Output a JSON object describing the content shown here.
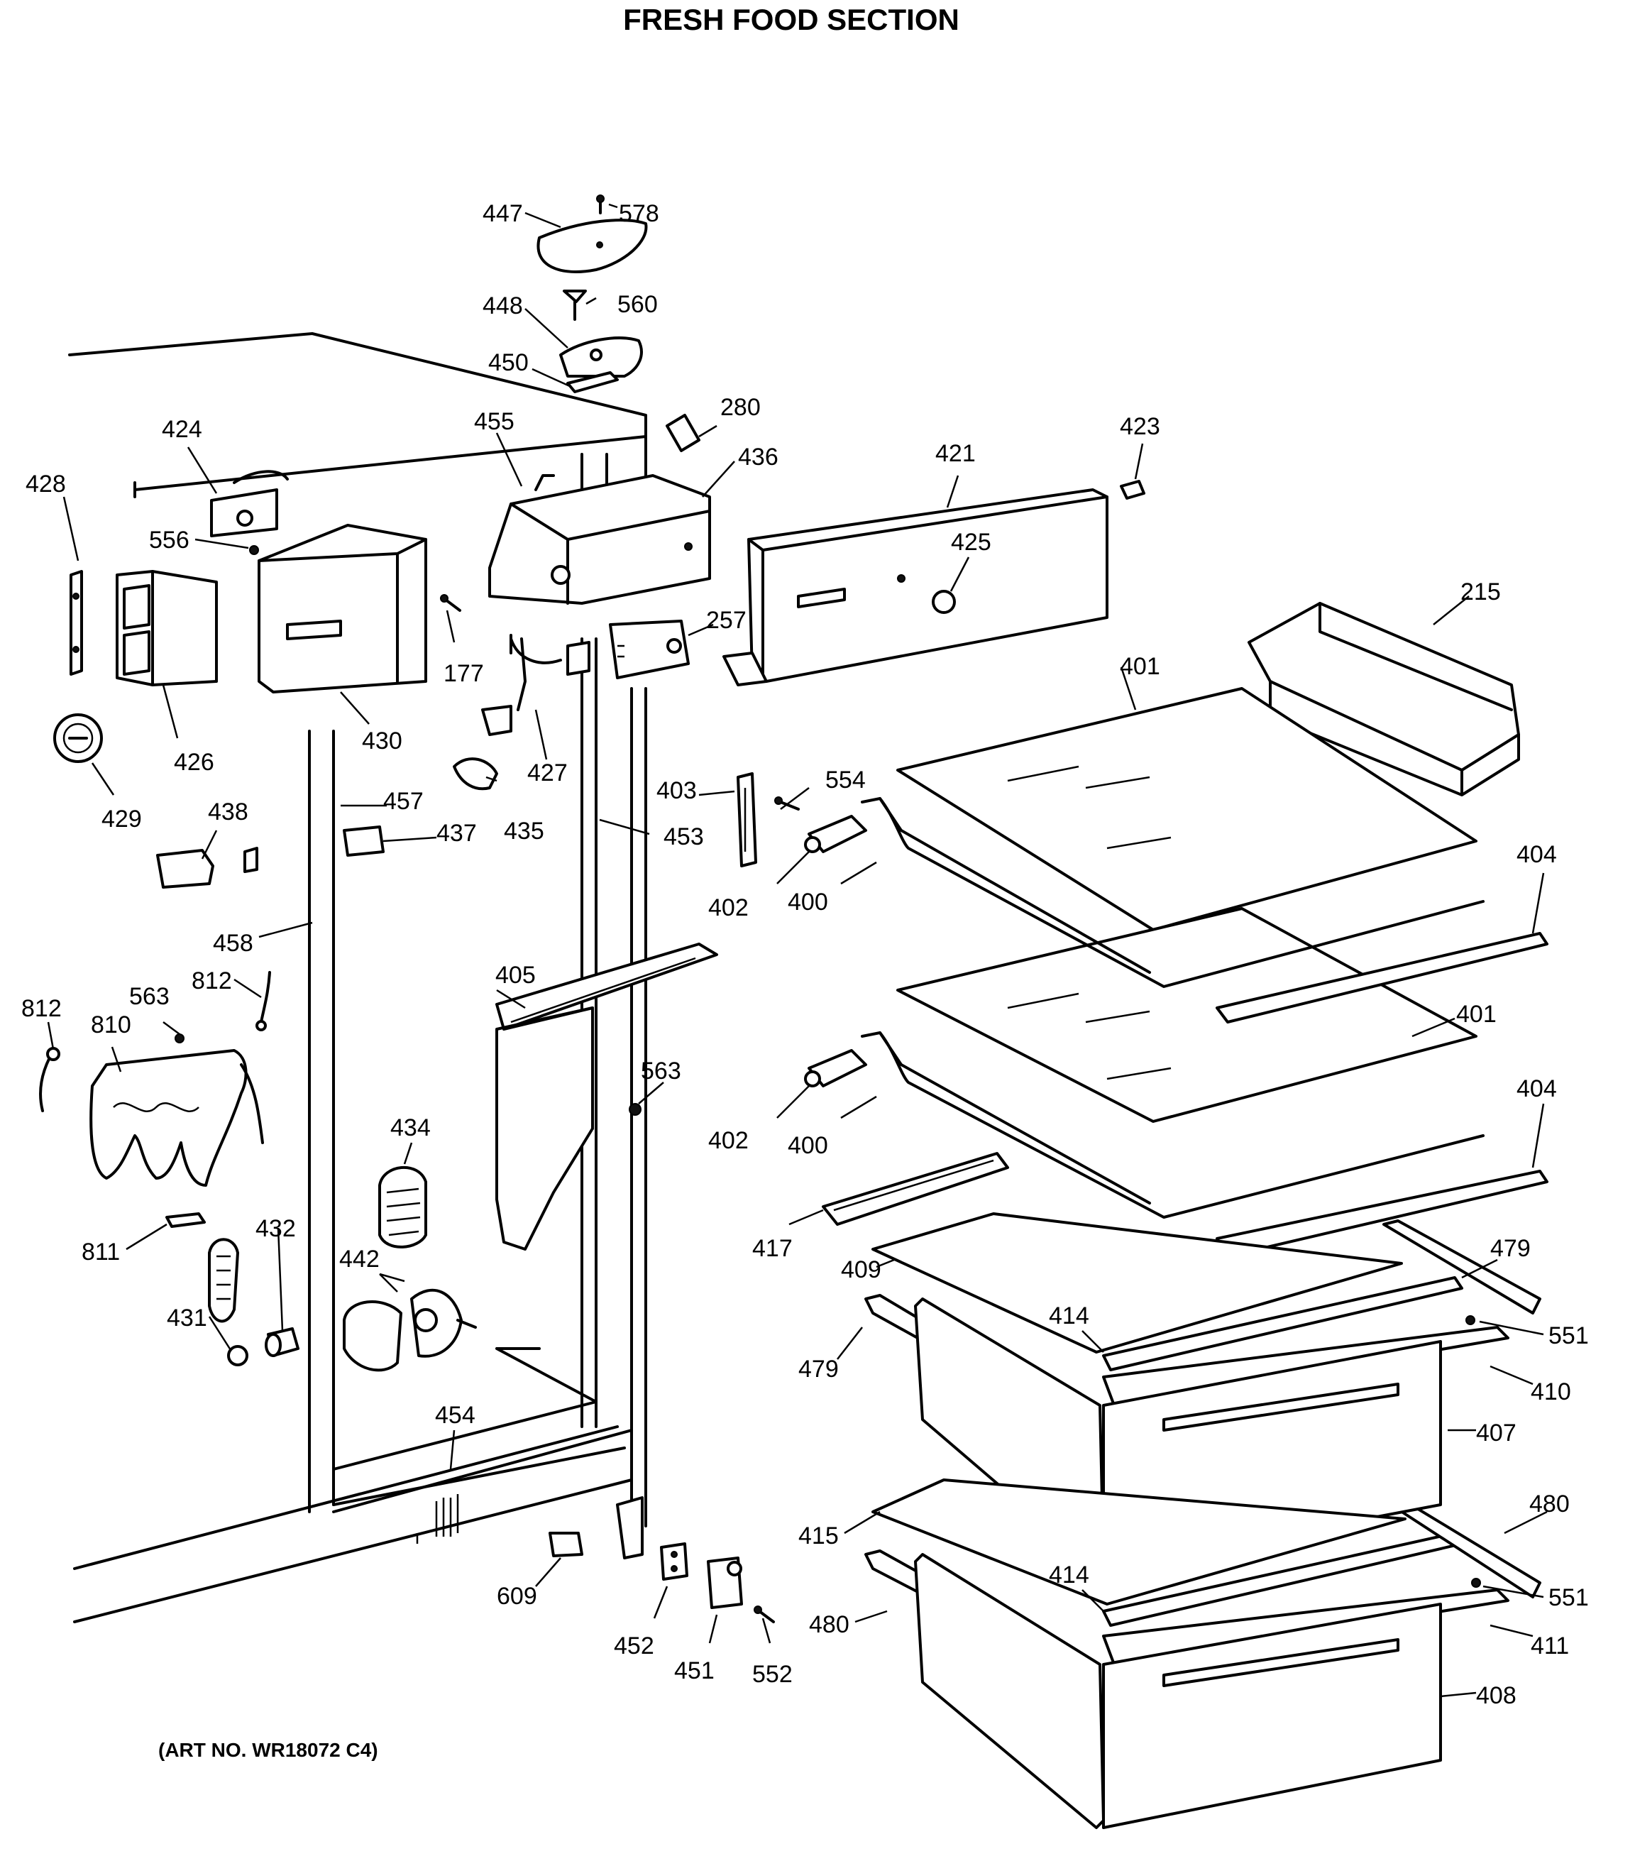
{
  "title": "FRESH FOOD SECTION",
  "art_number": "(ART NO. WR18072 C4)",
  "parts": [
    {
      "id": "447"
    },
    {
      "id": "578"
    },
    {
      "id": "448"
    },
    {
      "id": "560"
    },
    {
      "id": "450"
    },
    {
      "id": "280"
    },
    {
      "id": "455"
    },
    {
      "id": "436"
    },
    {
      "id": "421"
    },
    {
      "id": "423"
    },
    {
      "id": "424"
    },
    {
      "id": "428"
    },
    {
      "id": "556"
    },
    {
      "id": "425"
    },
    {
      "id": "215"
    },
    {
      "id": "257"
    },
    {
      "id": "177"
    },
    {
      "id": "426"
    },
    {
      "id": "430"
    },
    {
      "id": "427"
    },
    {
      "id": "401"
    },
    {
      "id": "429"
    },
    {
      "id": "457"
    },
    {
      "id": "403"
    },
    {
      "id": "554"
    },
    {
      "id": "438"
    },
    {
      "id": "437"
    },
    {
      "id": "435"
    },
    {
      "id": "453"
    },
    {
      "id": "404"
    },
    {
      "id": "402"
    },
    {
      "id": "400"
    },
    {
      "id": "458"
    },
    {
      "id": "405"
    },
    {
      "id": "812"
    },
    {
      "id": "563"
    },
    {
      "id": "810"
    },
    {
      "id": "434"
    },
    {
      "id": "417"
    },
    {
      "id": "479"
    },
    {
      "id": "409"
    },
    {
      "id": "432"
    },
    {
      "id": "811"
    },
    {
      "id": "442"
    },
    {
      "id": "414"
    },
    {
      "id": "551"
    },
    {
      "id": "431"
    },
    {
      "id": "410"
    },
    {
      "id": "454"
    },
    {
      "id": "407"
    },
    {
      "id": "480"
    },
    {
      "id": "415"
    },
    {
      "id": "609"
    },
    {
      "id": "411"
    },
    {
      "id": "452"
    },
    {
      "id": "451"
    },
    {
      "id": "552"
    },
    {
      "id": "408"
    }
  ],
  "callouts": [
    {
      "id": "447",
      "text": "447"
    },
    {
      "id": "578",
      "text": "578"
    },
    {
      "id": "448",
      "text": "448"
    },
    {
      "id": "560",
      "text": "560"
    },
    {
      "id": "450",
      "text": "450"
    },
    {
      "id": "280",
      "text": "280"
    },
    {
      "id": "455",
      "text": "455"
    },
    {
      "id": "436",
      "text": "436"
    },
    {
      "id": "421",
      "text": "421"
    },
    {
      "id": "423",
      "text": "423"
    },
    {
      "id": "424",
      "text": "424"
    },
    {
      "id": "428",
      "text": "428"
    },
    {
      "id": "556",
      "text": "556"
    },
    {
      "id": "425",
      "text": "425"
    },
    {
      "id": "215",
      "text": "215"
    },
    {
      "id": "257",
      "text": "257"
    },
    {
      "id": "177",
      "text": "177"
    },
    {
      "id": "426",
      "text": "426"
    },
    {
      "id": "430",
      "text": "430"
    },
    {
      "id": "427",
      "text": "427"
    },
    {
      "id": "401a",
      "text": "401"
    },
    {
      "id": "429",
      "text": "429"
    },
    {
      "id": "457",
      "text": "457"
    },
    {
      "id": "403",
      "text": "403"
    },
    {
      "id": "554",
      "text": "554"
    },
    {
      "id": "438",
      "text": "438"
    },
    {
      "id": "437",
      "text": "437"
    },
    {
      "id": "435",
      "text": "435"
    },
    {
      "id": "453",
      "text": "453"
    },
    {
      "id": "404a",
      "text": "404"
    },
    {
      "id": "402a",
      "text": "402"
    },
    {
      "id": "400a",
      "text": "400"
    },
    {
      "id": "458",
      "text": "458"
    },
    {
      "id": "405",
      "text": "405"
    },
    {
      "id": "812a",
      "text": "812"
    },
    {
      "id": "812b",
      "text": "812"
    },
    {
      "id": "563a",
      "text": "563"
    },
    {
      "id": "810",
      "text": "810"
    },
    {
      "id": "401b",
      "text": "401"
    },
    {
      "id": "563b",
      "text": "563"
    },
    {
      "id": "404b",
      "text": "404"
    },
    {
      "id": "402b",
      "text": "402"
    },
    {
      "id": "400b",
      "text": "400"
    },
    {
      "id": "434",
      "text": "434"
    },
    {
      "id": "417",
      "text": "417"
    },
    {
      "id": "479a",
      "text": "479"
    },
    {
      "id": "409",
      "text": "409"
    },
    {
      "id": "432",
      "text": "432"
    },
    {
      "id": "811",
      "text": "811"
    },
    {
      "id": "442",
      "text": "442"
    },
    {
      "id": "414a",
      "text": "414"
    },
    {
      "id": "551a",
      "text": "551"
    },
    {
      "id": "431",
      "text": "431"
    },
    {
      "id": "479b",
      "text": "479"
    },
    {
      "id": "410",
      "text": "410"
    },
    {
      "id": "454",
      "text": "454"
    },
    {
      "id": "407",
      "text": "407"
    },
    {
      "id": "480a",
      "text": "480"
    },
    {
      "id": "415",
      "text": "415"
    },
    {
      "id": "609",
      "text": "609"
    },
    {
      "id": "414b",
      "text": "414"
    },
    {
      "id": "551b",
      "text": "551"
    },
    {
      "id": "480b",
      "text": "480"
    },
    {
      "id": "411",
      "text": "411"
    },
    {
      "id": "452",
      "text": "452"
    },
    {
      "id": "451",
      "text": "451"
    },
    {
      "id": "552",
      "text": "552"
    },
    {
      "id": "408",
      "text": "408"
    }
  ]
}
